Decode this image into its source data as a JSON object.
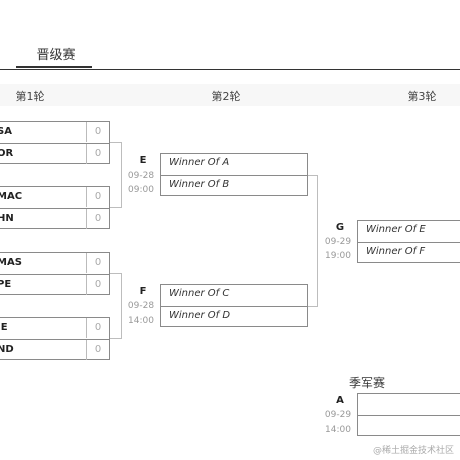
{
  "tabs": [
    {
      "label": "晋级赛",
      "active": true
    }
  ],
  "rounds": [
    "第1轮",
    "第2轮",
    "第3轮"
  ],
  "round1": [
    {
      "teams": [
        {
          "name": "SA",
          "score": "0"
        },
        {
          "name": "OR",
          "score": "0"
        }
      ]
    },
    {
      "teams": [
        {
          "name": "MAC",
          "score": "0"
        },
        {
          "name": "HN",
          "score": "0"
        }
      ]
    },
    {
      "teams": [
        {
          "name": "MAS",
          "score": "0"
        },
        {
          "name": "PE",
          "score": "0"
        }
      ]
    },
    {
      "teams": [
        {
          "name": "IE",
          "score": "0"
        },
        {
          "name": "ND",
          "score": "0"
        }
      ]
    }
  ],
  "round2": [
    {
      "id": "E",
      "date": "09-28",
      "time": "09:00",
      "slots": [
        "Winner Of A",
        "Winner Of B"
      ]
    },
    {
      "id": "F",
      "date": "09-28",
      "time": "14:00",
      "slots": [
        "Winner Of C",
        "Winner Of D"
      ]
    }
  ],
  "round3": [
    {
      "id": "G",
      "date": "09-29",
      "time": "19:00",
      "slots": [
        "Winner Of E",
        "Winner Of F"
      ]
    }
  ],
  "third_place": {
    "title": "季军赛",
    "match": {
      "id": "A",
      "date": "09-29",
      "time": "14:00",
      "slots": [
        "",
        ""
      ]
    }
  },
  "watermark": "@稀土掘金技术社区"
}
